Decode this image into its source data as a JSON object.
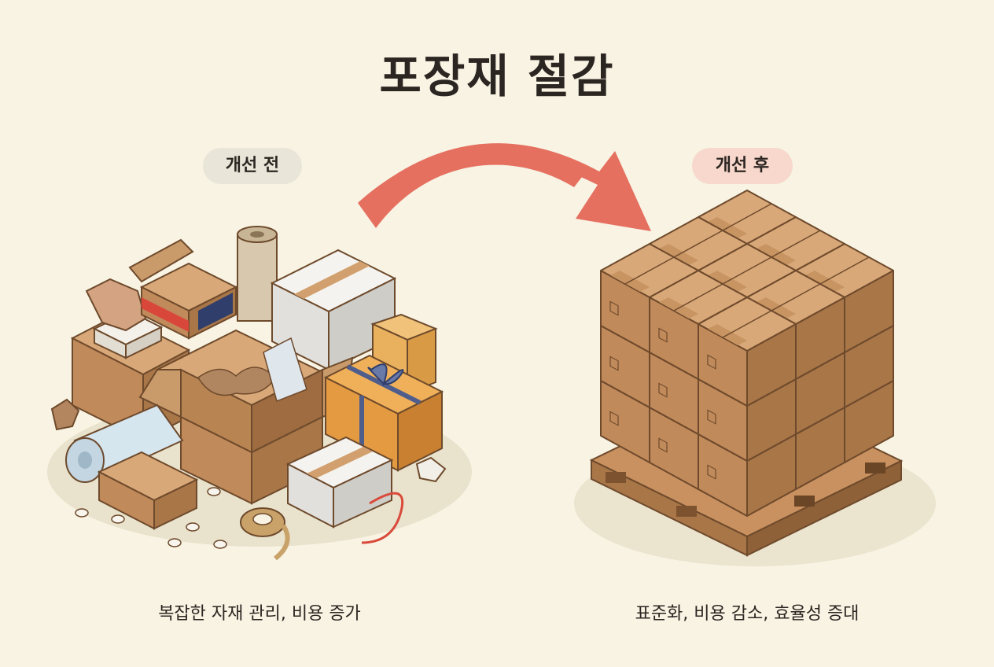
{
  "title": "포장재 절감",
  "before": {
    "label": "개선 전",
    "caption": "복잡한 자재 관리, 비용 증가"
  },
  "after": {
    "label": "개선 후",
    "caption": "표준화, 비용 감소, 효율성 증대"
  },
  "colors": {
    "background": "#f8f3e3",
    "arrow": "#e57060",
    "box_top": "#d9a878",
    "box_left": "#c18a5a",
    "box_right": "#a97648",
    "before_pill": "#e9e5d8",
    "after_pill": "#f8d8cc"
  },
  "icons": [
    "curved-arrow-icon",
    "cardboard-box-icon",
    "pallet-icon",
    "bubble-wrap-icon",
    "tape-roll-icon",
    "gift-box-icon"
  ]
}
